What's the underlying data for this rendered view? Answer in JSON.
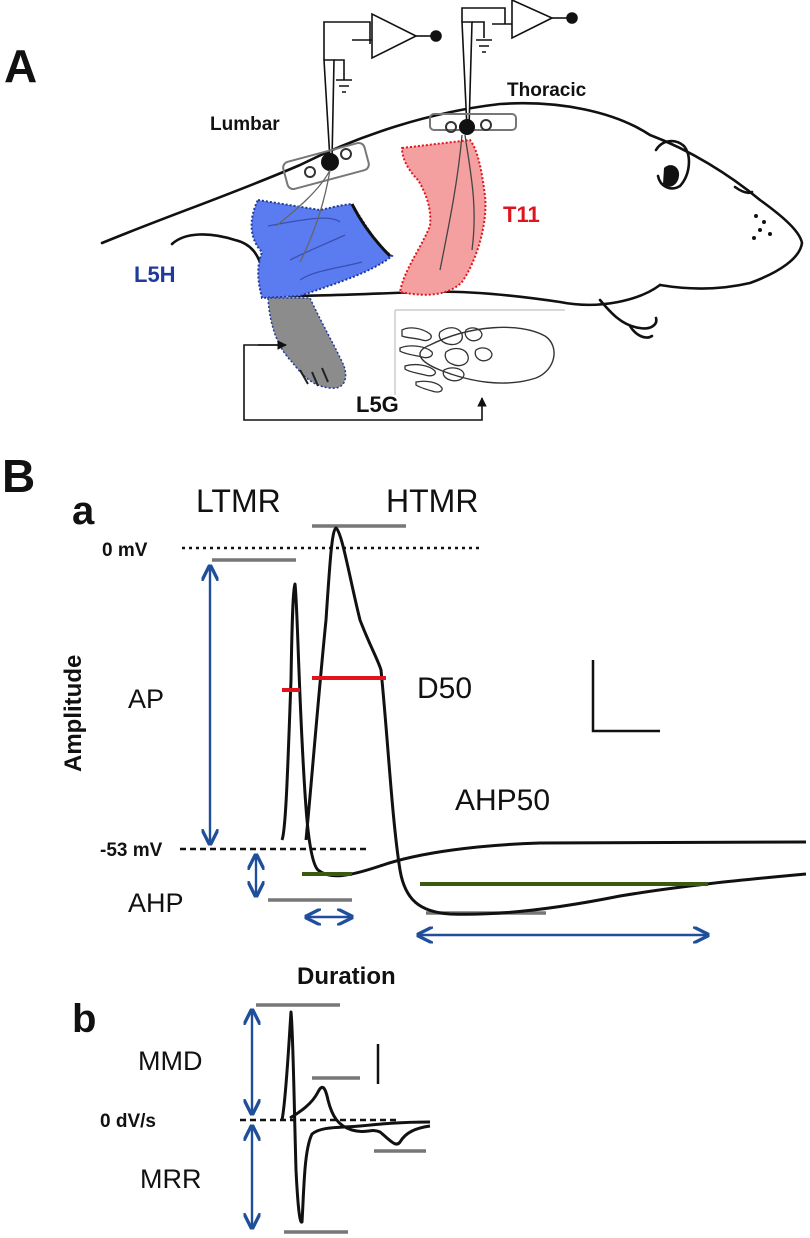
{
  "panel_A": {
    "label": "A",
    "recording_sites": {
      "lumbar": "Lumbar",
      "thoracic": "Thoracic"
    },
    "regions": {
      "l5h": {
        "label": "L5H",
        "color": "#1f3a9a",
        "fill": "#5b7cf0"
      },
      "t11": {
        "label": "T11",
        "color": "#e0141c",
        "fill": "#f5a0a0"
      },
      "l5g": {
        "label": "L5G",
        "fill": "#8c8c8c"
      }
    }
  },
  "panel_B": {
    "label": "B",
    "sub_a": {
      "label": "a",
      "ltmr": "LTMR",
      "htmr": "HTMR",
      "zero_mv": "0 mV",
      "baseline_mv": "-53 mV",
      "amplitude": "Amplitude",
      "ap": "AP",
      "d50": "D50",
      "ahp50": "AHP50",
      "ahp": "AHP",
      "duration": "Duration",
      "colors": {
        "arrow": "#1f4e9a",
        "d50": "#e0141c",
        "ahp50": "#3a5a12",
        "ref": "#777777"
      }
    },
    "sub_b": {
      "label": "b",
      "mmd": "MMD",
      "zero_dvs": "0 dV/s",
      "mrr": "MRR"
    }
  }
}
